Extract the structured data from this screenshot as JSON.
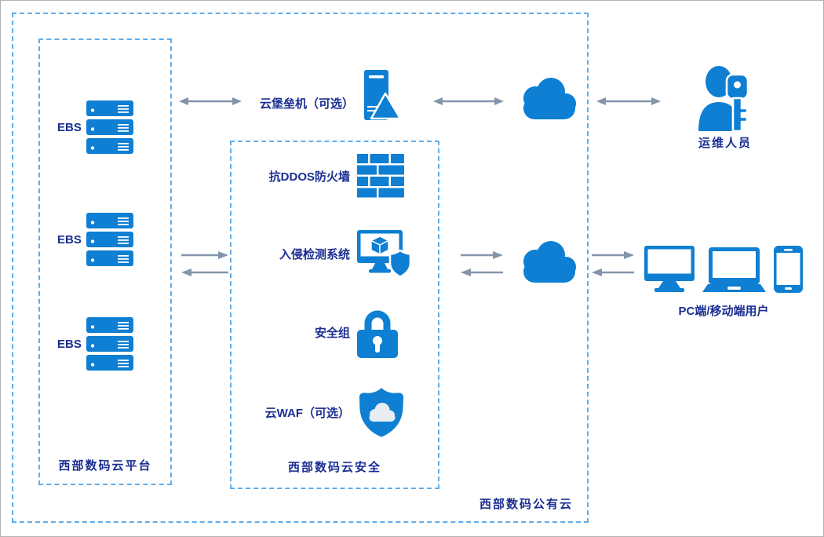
{
  "colors": {
    "primary_blue": "#0e7fd2",
    "border_blue": "#60ace8",
    "text_navy": "#1b2e92",
    "arrow_gray": "#8494ab",
    "waf_cloud": "#e8edf3"
  },
  "outer_box": {
    "label": "西部数码公有云"
  },
  "platform_box": {
    "label": "西部数码云平台",
    "ebs_items": [
      {
        "label": "EBS"
      },
      {
        "label": "EBS"
      },
      {
        "label": "EBS"
      }
    ]
  },
  "security_box": {
    "label": "西部数码云安全",
    "items": [
      {
        "label": "抗DDOS防火墙",
        "icon": "firewall-brick-icon"
      },
      {
        "label": "入侵检测系统",
        "icon": "intrusion-detection-icon"
      },
      {
        "label": "安全组",
        "icon": "security-group-lock-icon"
      },
      {
        "label": "云WAF（可选）",
        "icon": "waf-shield-cloud-icon"
      }
    ]
  },
  "bastion": {
    "label": "云堡垒机（可选）"
  },
  "actors": {
    "ops_label": "运维人员",
    "users_label": "PC端/移动端用户"
  }
}
